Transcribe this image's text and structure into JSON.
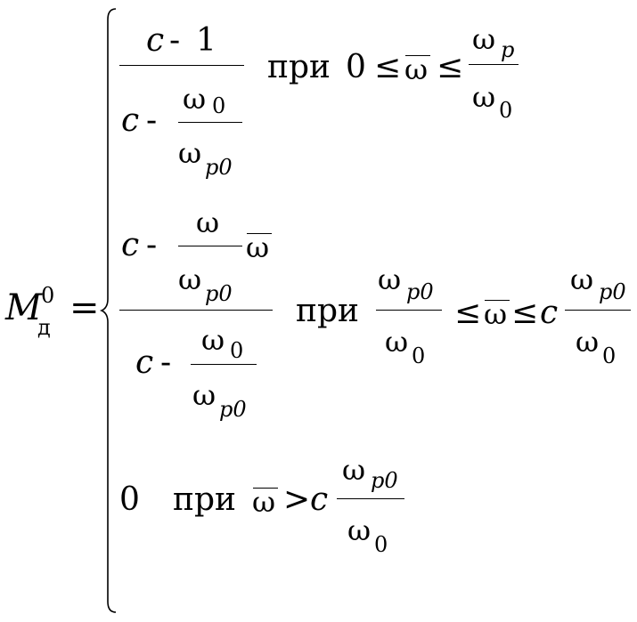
{
  "lhs": {
    "symbol": "M",
    "superscript": "0",
    "subscript": "д",
    "equals": "="
  },
  "cases": [
    {
      "numerator": {
        "c": "c",
        "minus": "-",
        "one": "1"
      },
      "denominator": {
        "c": "c",
        "minus": "-",
        "frac_num": "ω",
        "frac_num_sub": "0",
        "frac_den": "ω",
        "frac_den_sub": "p0"
      },
      "condition": {
        "word": "при",
        "lower": "0",
        "le1": "≤",
        "omega_bar": "ω",
        "le2": "≤",
        "frac_num": "ω",
        "frac_num_sub": "p",
        "frac_den": "ω",
        "frac_den_sub": "0"
      }
    },
    {
      "numerator": {
        "c": "c",
        "minus": "-",
        "frac_num": "ω",
        "frac_den": "ω",
        "frac_den_sub": "p0",
        "omega_bar": "ω"
      },
      "denominator": {
        "c": "c",
        "minus": "-",
        "frac_num": "ω",
        "frac_num_sub": "0",
        "frac_den": "ω",
        "frac_den_sub": "p0"
      },
      "condition": {
        "word": "при",
        "left_num": "ω",
        "left_num_sub": "p0",
        "left_den": "ω",
        "left_den_sub": "0",
        "le1": "≤",
        "omega_bar": "ω",
        "le2": "≤",
        "c": "c",
        "right_num": "ω",
        "right_num_sub": "p0",
        "right_den": "ω",
        "right_den_sub": "0"
      }
    },
    {
      "value": "0",
      "condition": {
        "word": "при",
        "omega_bar": "ω",
        "gt": ">",
        "c": "c",
        "frac_num": "ω",
        "frac_num_sub": "p0",
        "frac_den": "ω",
        "frac_den_sub": "0"
      }
    }
  ]
}
